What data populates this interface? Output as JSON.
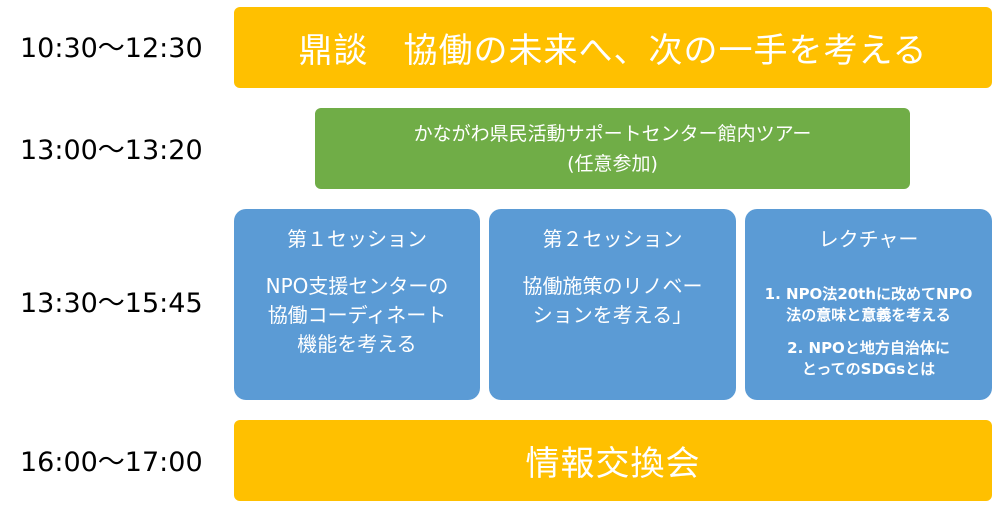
{
  "colors": {
    "orange": "#ffc000",
    "green": "#70ad47",
    "blue": "#5b9bd5",
    "text_on_box": "#ffffff"
  },
  "schedule": [
    {
      "time": "10:30〜12:30",
      "title": "鼎談　協働の未来へ、次の一手を考える"
    },
    {
      "time": "13:00〜13:20",
      "tour": {
        "line1": "かながわ県民活動サポートセンター館内ツアー",
        "line2": "(任意参加)"
      }
    },
    {
      "time": "13:30〜15:45"
    },
    {
      "time": "16:00〜17:00",
      "title": "情報交換会"
    }
  ],
  "sessions": [
    {
      "title": "第１セッション",
      "body": [
        "NPO支援センターの",
        "協働コーディネート",
        "機能を考える"
      ]
    },
    {
      "title": "第２セッション",
      "body": [
        "協働施策のリノベー",
        "ションを考える」"
      ]
    },
    {
      "title": "レクチャー",
      "items": [
        [
          "1. NPO法20thに改めてNPO",
          "法の意味と意義を考える"
        ],
        [
          "2. NPOと地方自治体に",
          "とってのSDGsとは"
        ]
      ]
    }
  ]
}
